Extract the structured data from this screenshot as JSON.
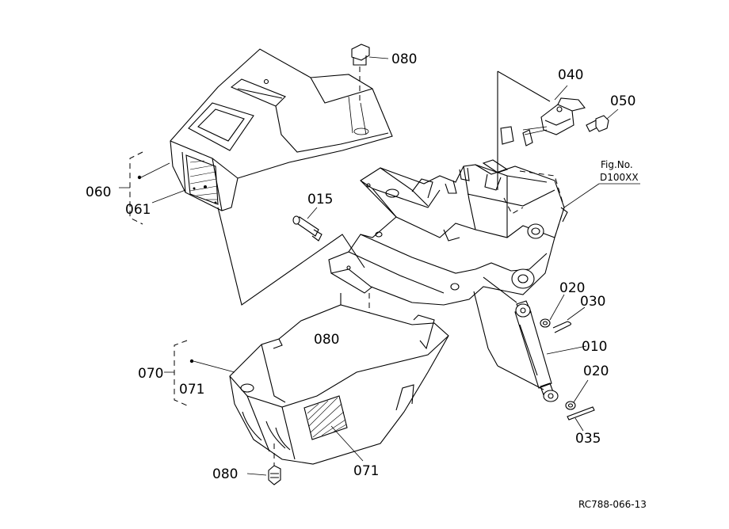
{
  "labels": {
    "p080_top": "080",
    "p040": "040",
    "p050": "050",
    "fig_no_line1": "Fig.No.",
    "fig_no_line2": "D100XX",
    "p060": "060",
    "p061": "061",
    "p015": "015",
    "p020_upper": "020",
    "p030": "030",
    "p010": "010",
    "p020_lower": "020",
    "p035": "035",
    "p080_mid": "080",
    "p070": "070",
    "p071_bracket": "071",
    "p080_bottom": "080",
    "p071_panel": "071",
    "ref_code": "RC788-066-13"
  }
}
